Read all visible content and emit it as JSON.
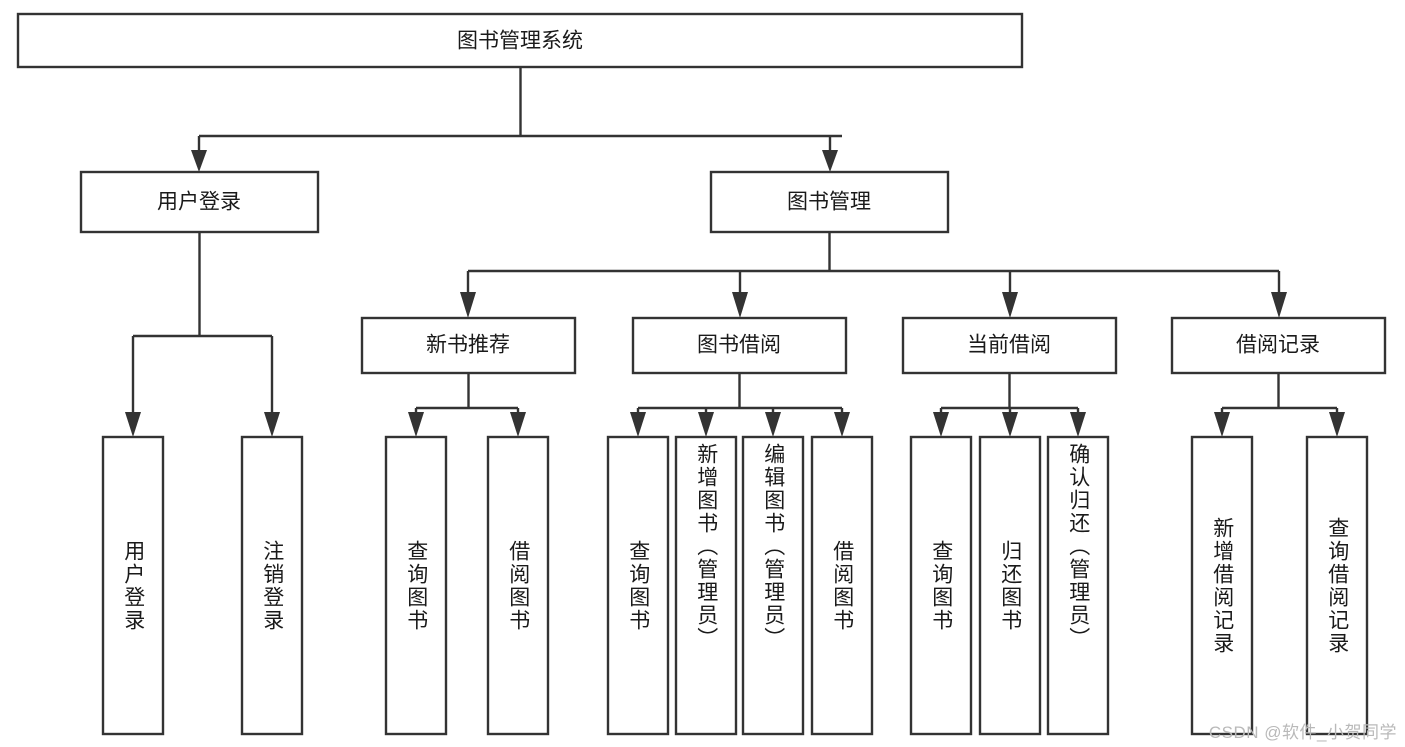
{
  "diagram": {
    "type": "tree-hierarchy",
    "title": "图书管理系统",
    "watermark": "CSDN @软件_小贺同学",
    "colors": {
      "stroke": "#333333",
      "fill": "#ffffff",
      "text": "#1a1a1a",
      "watermark": "#b9b9b9"
    },
    "levels": {
      "root": {
        "label": "图书管理系统"
      },
      "level2": [
        {
          "label": "用户登录"
        },
        {
          "label": "图书管理"
        }
      ],
      "level3": [
        {
          "label": "新书推荐"
        },
        {
          "label": "图书借阅"
        },
        {
          "label": "当前借阅"
        },
        {
          "label": "借阅记录"
        }
      ],
      "leaves": {
        "user_login": [
          {
            "label": "用户登录"
          },
          {
            "label": "注销登录"
          }
        ],
        "new_book": [
          {
            "label": "查询图书"
          },
          {
            "label": "借阅图书"
          }
        ],
        "book_borrow": [
          {
            "label": "查询图书"
          },
          {
            "label": "新增图书（管理员）"
          },
          {
            "label": "编辑图书（管理员）"
          },
          {
            "label": "借阅图书"
          }
        ],
        "current_borrow": [
          {
            "label": "查询图书"
          },
          {
            "label": "归还图书"
          },
          {
            "label": "确认归还（管理员）"
          }
        ],
        "borrow_record": [
          {
            "label": "新增借阅记录"
          },
          {
            "label": "查询借阅记录"
          }
        ]
      }
    }
  }
}
